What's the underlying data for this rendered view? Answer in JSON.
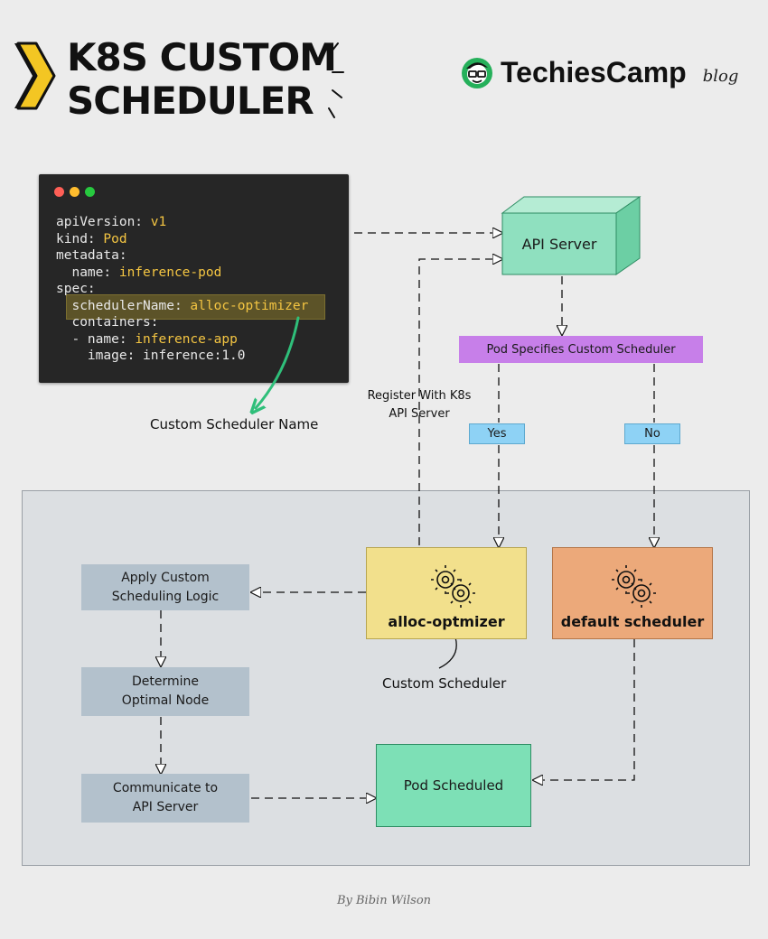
{
  "title": {
    "line1": "K8S CUSTOM",
    "line2": "SCHEDULER"
  },
  "brand": {
    "name": "TechiesCamp",
    "sub": "blog",
    "logo_icon": "nerd-face-logo"
  },
  "code": {
    "window_dots": [
      "#ff5f56",
      "#ffbd2e",
      "#27c93f"
    ],
    "lines": [
      {
        "key": "apiVersion: ",
        "val": "v1"
      },
      {
        "key": "kind: ",
        "val": "Pod"
      },
      {
        "key": "metadata:",
        "val": ""
      },
      {
        "key": "  name: ",
        "val": "inference-pod"
      },
      {
        "key": "spec:",
        "val": ""
      },
      {
        "key": "  schedulerName: ",
        "val": "alloc-optimizer"
      },
      {
        "key": "  containers:",
        "val": ""
      },
      {
        "key": "  - name: ",
        "val": "inference-app"
      },
      {
        "key": "    image: inference:1.0",
        "val": ""
      }
    ]
  },
  "annotations": {
    "scheduler_name": "Custom Scheduler Name",
    "register_line1": "Register With K8s",
    "register_line2": "API Server",
    "custom_scheduler": "Custom Scheduler"
  },
  "nodes": {
    "api_server": "API Server",
    "decision": "Pod Specifies Custom Scheduler",
    "yes": "Yes",
    "no": "No",
    "alloc": "alloc-optmizer",
    "default": "default scheduler",
    "apply_1": "Apply Custom",
    "apply_2": "Scheduling Logic",
    "determine_1": "Determine",
    "determine_2": "Optimal Node",
    "communicate_1": "Communicate to",
    "communicate_2": "API Server",
    "pod_scheduled": "Pod Scheduled"
  },
  "footer": "By Bibin Wilson",
  "colors": {
    "api_server": "#8fe0bf",
    "decision": "#c77fe9",
    "yes_no": "#8ed2f5",
    "alloc": "#f2e08c",
    "default": "#eca97a",
    "steps": "#b3c1cc",
    "pod_scheduled": "#7de0b6",
    "highlight_arrow": "#2fbf7a"
  }
}
